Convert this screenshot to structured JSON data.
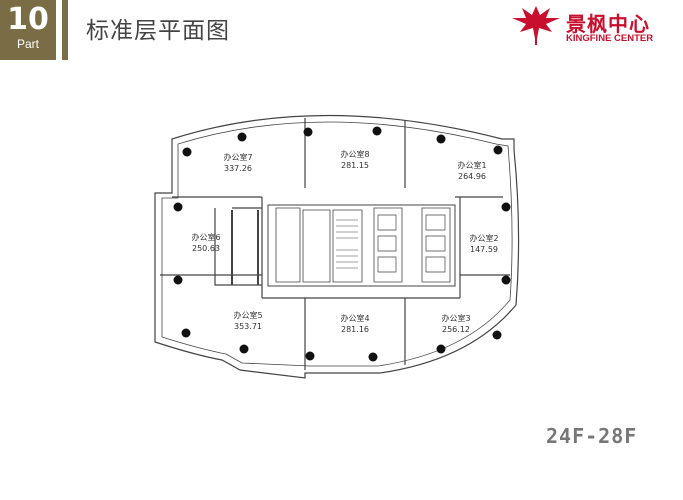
{
  "header": {
    "part_number": "10",
    "part_label": "Part",
    "title": "标准层平面图"
  },
  "logo": {
    "name_cn": "景枫中心",
    "name_en": "KINGFINE CENTER",
    "mark_icon": "maple-leaf-icon",
    "brand_color": "#c8102e"
  },
  "colors": {
    "part_badge": "#7a6d46",
    "wall": "#444444",
    "column": "#111111"
  },
  "floor_label": "24F-28F",
  "rooms": [
    {
      "name": "办公室7",
      "area": "337.26"
    },
    {
      "name": "办公室8",
      "area": "281.15"
    },
    {
      "name": "办公室1",
      "area": "264.96"
    },
    {
      "name": "办公室6",
      "area": "250.63"
    },
    {
      "name": "办公室2",
      "area": "147.59"
    },
    {
      "name": "办公室5",
      "area": "353.71"
    },
    {
      "name": "办公室4",
      "area": "281.16"
    },
    {
      "name": "办公室3",
      "area": "256.12"
    }
  ]
}
